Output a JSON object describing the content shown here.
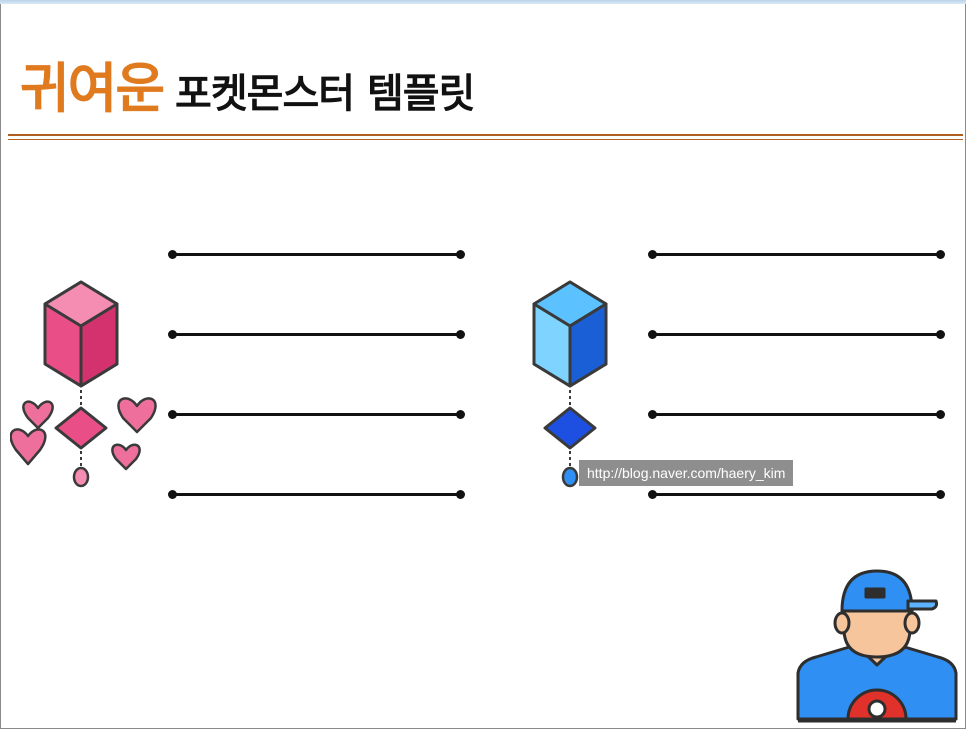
{
  "slide": {
    "title_accent": "귀여운",
    "title_rest": "포켓몬스터 템플릿"
  },
  "watermark": {
    "text": "http://blog.naver.com/haery_kim"
  },
  "colors": {
    "accent": "#e07a1f",
    "rule": "#b15e23",
    "pink": "#e94f86",
    "blue": "#2f8ff2"
  },
  "icons": {
    "pink_gem": "pink-gem-icon",
    "blue_gem": "blue-gem-icon",
    "trainer": "pokemon-trainer-icon"
  }
}
